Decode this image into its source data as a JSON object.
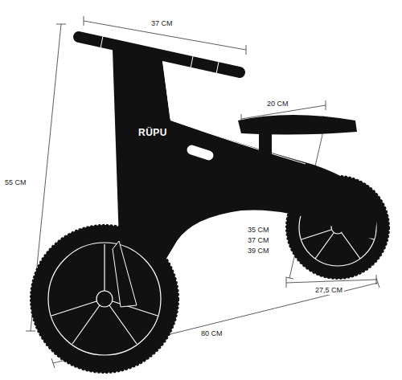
{
  "diagram": {
    "labels": [
      "37 CM",
      "RÜPU",
      "20 CM",
      "55 CM",
      "35 CM",
      "37 CM",
      "39 CM",
      "27,5 CM",
      "80 CM"
    ]
  }
}
